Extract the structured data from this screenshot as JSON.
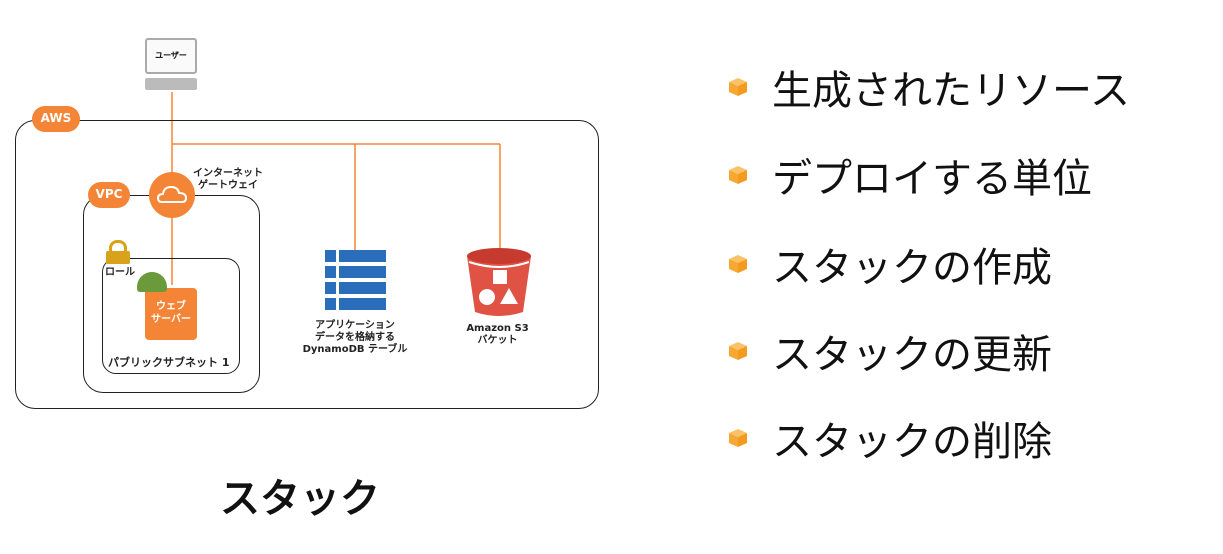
{
  "diagram": {
    "user_label": "ユーザー",
    "aws_label": "AWS",
    "vpc_label": "VPC",
    "igw_label": [
      "インターネット",
      "ゲートウェイ"
    ],
    "role_label": "ロール",
    "web_server_label": [
      "ウェブ",
      "サーバー"
    ],
    "subnet_label": "パブリックサブネット 1",
    "dynamodb_label": [
      "アプリケーション",
      "データを格納する",
      "DynamoDB テーブル"
    ],
    "s3_label": [
      "Amazon S3",
      "バケット"
    ],
    "caption": "スタック"
  },
  "list": {
    "items": [
      "生成されたリソース",
      "デプロイする単位",
      "スタックの作成",
      "スタックの更新",
      "スタックの削除"
    ]
  },
  "colors": {
    "orange": "#f58536",
    "dynamo_blue": "#2a6ebb",
    "s3_red": "#e05243",
    "helmet_green": "#6a9a3a",
    "lock_gold": "#d9a21b",
    "bullet": "#f7a833"
  }
}
